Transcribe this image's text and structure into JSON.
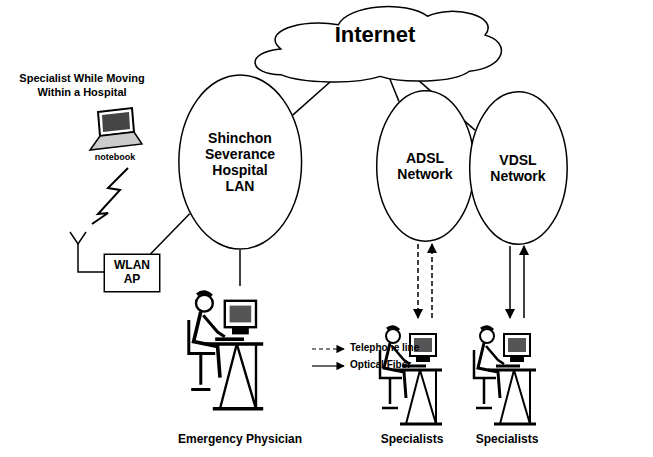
{
  "diagram": {
    "nodes": [
      {
        "text": [
          "Internet"
        ]
      },
      {
        "text": [
          "Shinchon Severance Hospital LAN"
        ]
      },
      {
        "text": [
          "ADSL Network"
        ]
      },
      {
        "text": [
          "VDSL Network"
        ]
      },
      {
        "text": [
          "WLAN AP"
        ]
      }
    ],
    "edges": [
      {
        "from": 0,
        "to": 1,
        "arrow": "none"
      },
      {
        "from": 0,
        "to": 2,
        "arrow": "none"
      },
      {
        "from": 0,
        "to": 3,
        "arrow": "none"
      },
      {
        "from": 4,
        "to": 1,
        "arrow": "none"
      }
    ],
    "labels": [
      "Specialist While Moving Within a Hospital",
      "notebook",
      "Emergency Physician",
      "Specialists",
      "Specialists"
    ],
    "legend": [
      {
        "text": "Telephone line"
      },
      {
        "text": "Optical Fiber"
      }
    ]
  }
}
